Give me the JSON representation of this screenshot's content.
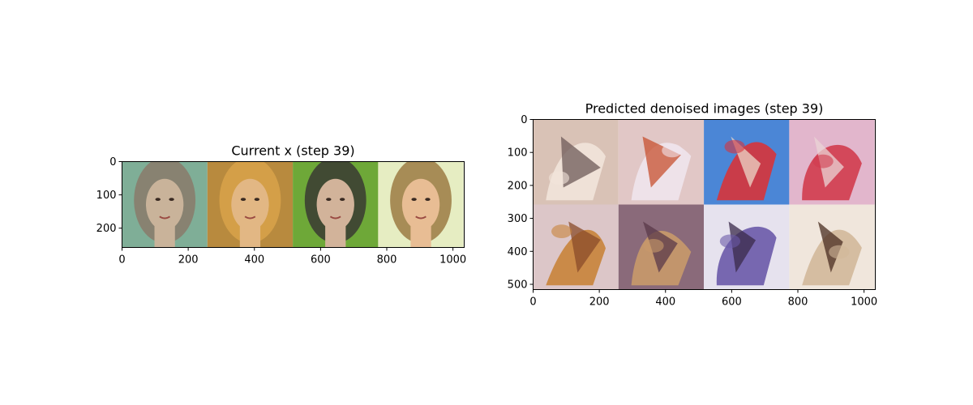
{
  "chart_data": [
    {
      "type": "image",
      "title": "Current x (step 39)",
      "xlim": [
        0,
        1034
      ],
      "ylim": [
        258,
        0
      ],
      "xticks": [
        0,
        200,
        400,
        600,
        800,
        1000
      ],
      "yticks": [
        0,
        100,
        200
      ],
      "grid": false,
      "tiles": [
        {
          "row": 0,
          "col": 0,
          "subject": "face-portrait",
          "bg": "#7fae97",
          "main": "#c9b39a",
          "accent": "#8a7a6a"
        },
        {
          "row": 0,
          "col": 1,
          "subject": "face-portrait",
          "bg": "#b88a3e",
          "main": "#e2b784",
          "accent": "#d8a24a"
        },
        {
          "row": 0,
          "col": 2,
          "subject": "face-portrait",
          "bg": "#6ea838",
          "main": "#d2b39a",
          "accent": "#3a3a32"
        },
        {
          "row": 0,
          "col": 3,
          "subject": "face-portrait",
          "bg": "#e6edc2",
          "main": "#e8bd94",
          "accent": "#9b7a43"
        }
      ]
    },
    {
      "type": "image",
      "title": "Predicted denoised images (step 39)",
      "xlim": [
        0,
        1034
      ],
      "ylim": [
        516,
        0
      ],
      "xticks": [
        0,
        200,
        400,
        600,
        800,
        1000
      ],
      "yticks": [
        0,
        100,
        200,
        300,
        400,
        500
      ],
      "grid": false,
      "tiles": [
        {
          "row": 0,
          "col": 0,
          "subject": "abstract",
          "bg": "#d9c2b6",
          "main": "#f1e4da",
          "accent": "#6e5a58"
        },
        {
          "row": 0,
          "col": 1,
          "subject": "abstract",
          "bg": "#e1c7c6",
          "main": "#f0e4ec",
          "accent": "#c7502f"
        },
        {
          "row": 0,
          "col": 2,
          "subject": "abstract",
          "bg": "#4b86d6",
          "main": "#d7343a",
          "accent": "#ebd7c8"
        },
        {
          "row": 0,
          "col": 3,
          "subject": "abstract",
          "bg": "#e2b6cc",
          "main": "#d23c4e",
          "accent": "#ead4d6"
        },
        {
          "row": 1,
          "col": 0,
          "subject": "abstract",
          "bg": "#dcc6c8",
          "main": "#c8833a",
          "accent": "#8a4b2a"
        },
        {
          "row": 1,
          "col": 1,
          "subject": "abstract",
          "bg": "#8a6a7a",
          "main": "#c89a6a",
          "accent": "#5a3a4a"
        },
        {
          "row": 1,
          "col": 2,
          "subject": "abstract",
          "bg": "#e6e2ee",
          "main": "#6a5aa8",
          "accent": "#3a2a4a"
        },
        {
          "row": 1,
          "col": 3,
          "subject": "abstract",
          "bg": "#f0e6dc",
          "main": "#d2b89a",
          "accent": "#4a2e22"
        }
      ]
    }
  ]
}
